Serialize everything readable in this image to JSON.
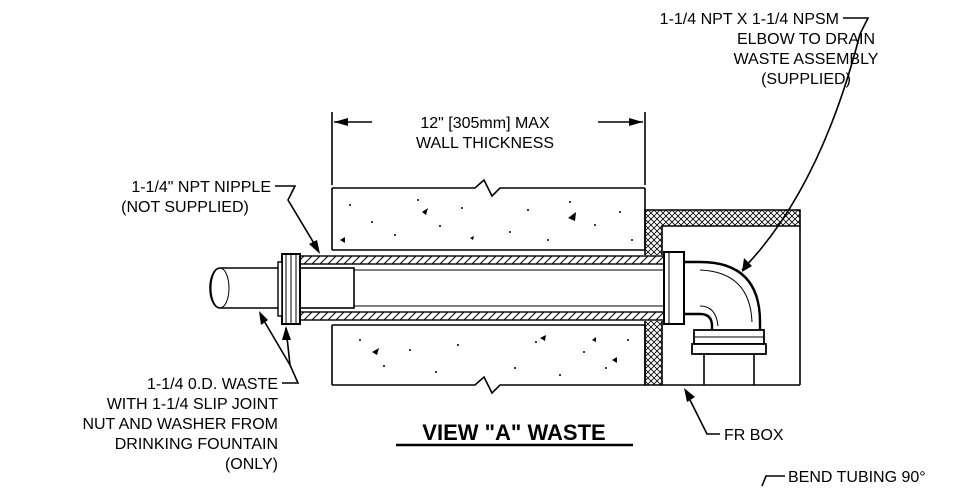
{
  "labels": {
    "elbow_line1": "1-1/4 NPT X 1-1/4 NPSM",
    "elbow_line2": "ELBOW TO DRAIN",
    "elbow_line3": "WASTE ASSEMBLY",
    "elbow_line4": "(SUPPLIED)",
    "wall_line1": "12\" [305mm] MAX",
    "wall_line2": "WALL THICKNESS",
    "nipple_line1": "1-1/4\" NPT NIPPLE",
    "nipple_line2": "(NOT SUPPLIED)",
    "waste_line1": "1-1/4 0.D. WASTE",
    "waste_line2": "WITH 1-1/4 SLIP JOINT",
    "waste_line3": "NUT AND WASHER FROM",
    "waste_line4": "DRINKING FOUNTAIN",
    "waste_line5": "(ONLY)",
    "fr_box": "FR BOX",
    "view_title": "VIEW \"A\" WASTE",
    "bend_tubing": "BEND TUBING 90°"
  }
}
